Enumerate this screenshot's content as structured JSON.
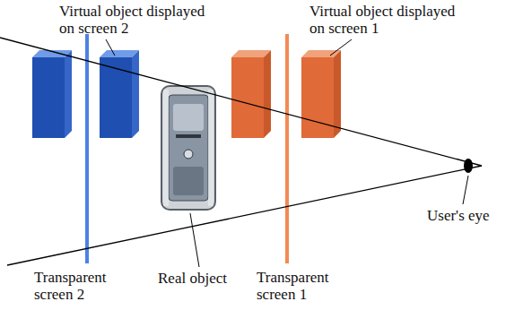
{
  "diagram": {
    "labels": [
      "Virtual object displayed on screen 2",
      "Virtual object displayed on screen 1",
      "User's eye",
      "Real object",
      "Transparent screen 2",
      "Transparent screen 1"
    ]
  }
}
